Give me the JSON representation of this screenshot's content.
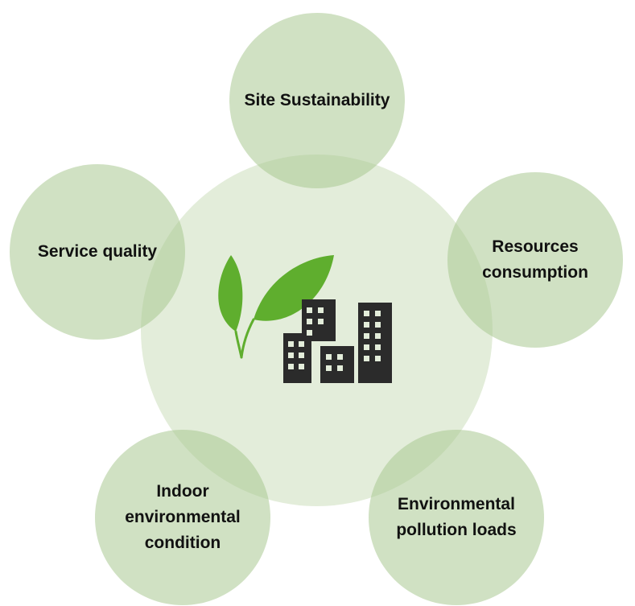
{
  "diagram": {
    "nodes": [
      {
        "id": "site",
        "label": "Site Sustainability"
      },
      {
        "id": "resources",
        "label": "Resources\nconsumption"
      },
      {
        "id": "pollution",
        "label": "Environmental\npollution loads"
      },
      {
        "id": "indoor",
        "label": "Indoor\nenvironmental\ncondition"
      },
      {
        "id": "service",
        "label": "Service quality"
      }
    ],
    "center_icon": "green-building-icon",
    "colors": {
      "center_fill": "#e3edda",
      "node_fill": "#aac891",
      "leaf": "#5fae2e",
      "building": "#2b2b2b",
      "text": "#111111"
    }
  }
}
